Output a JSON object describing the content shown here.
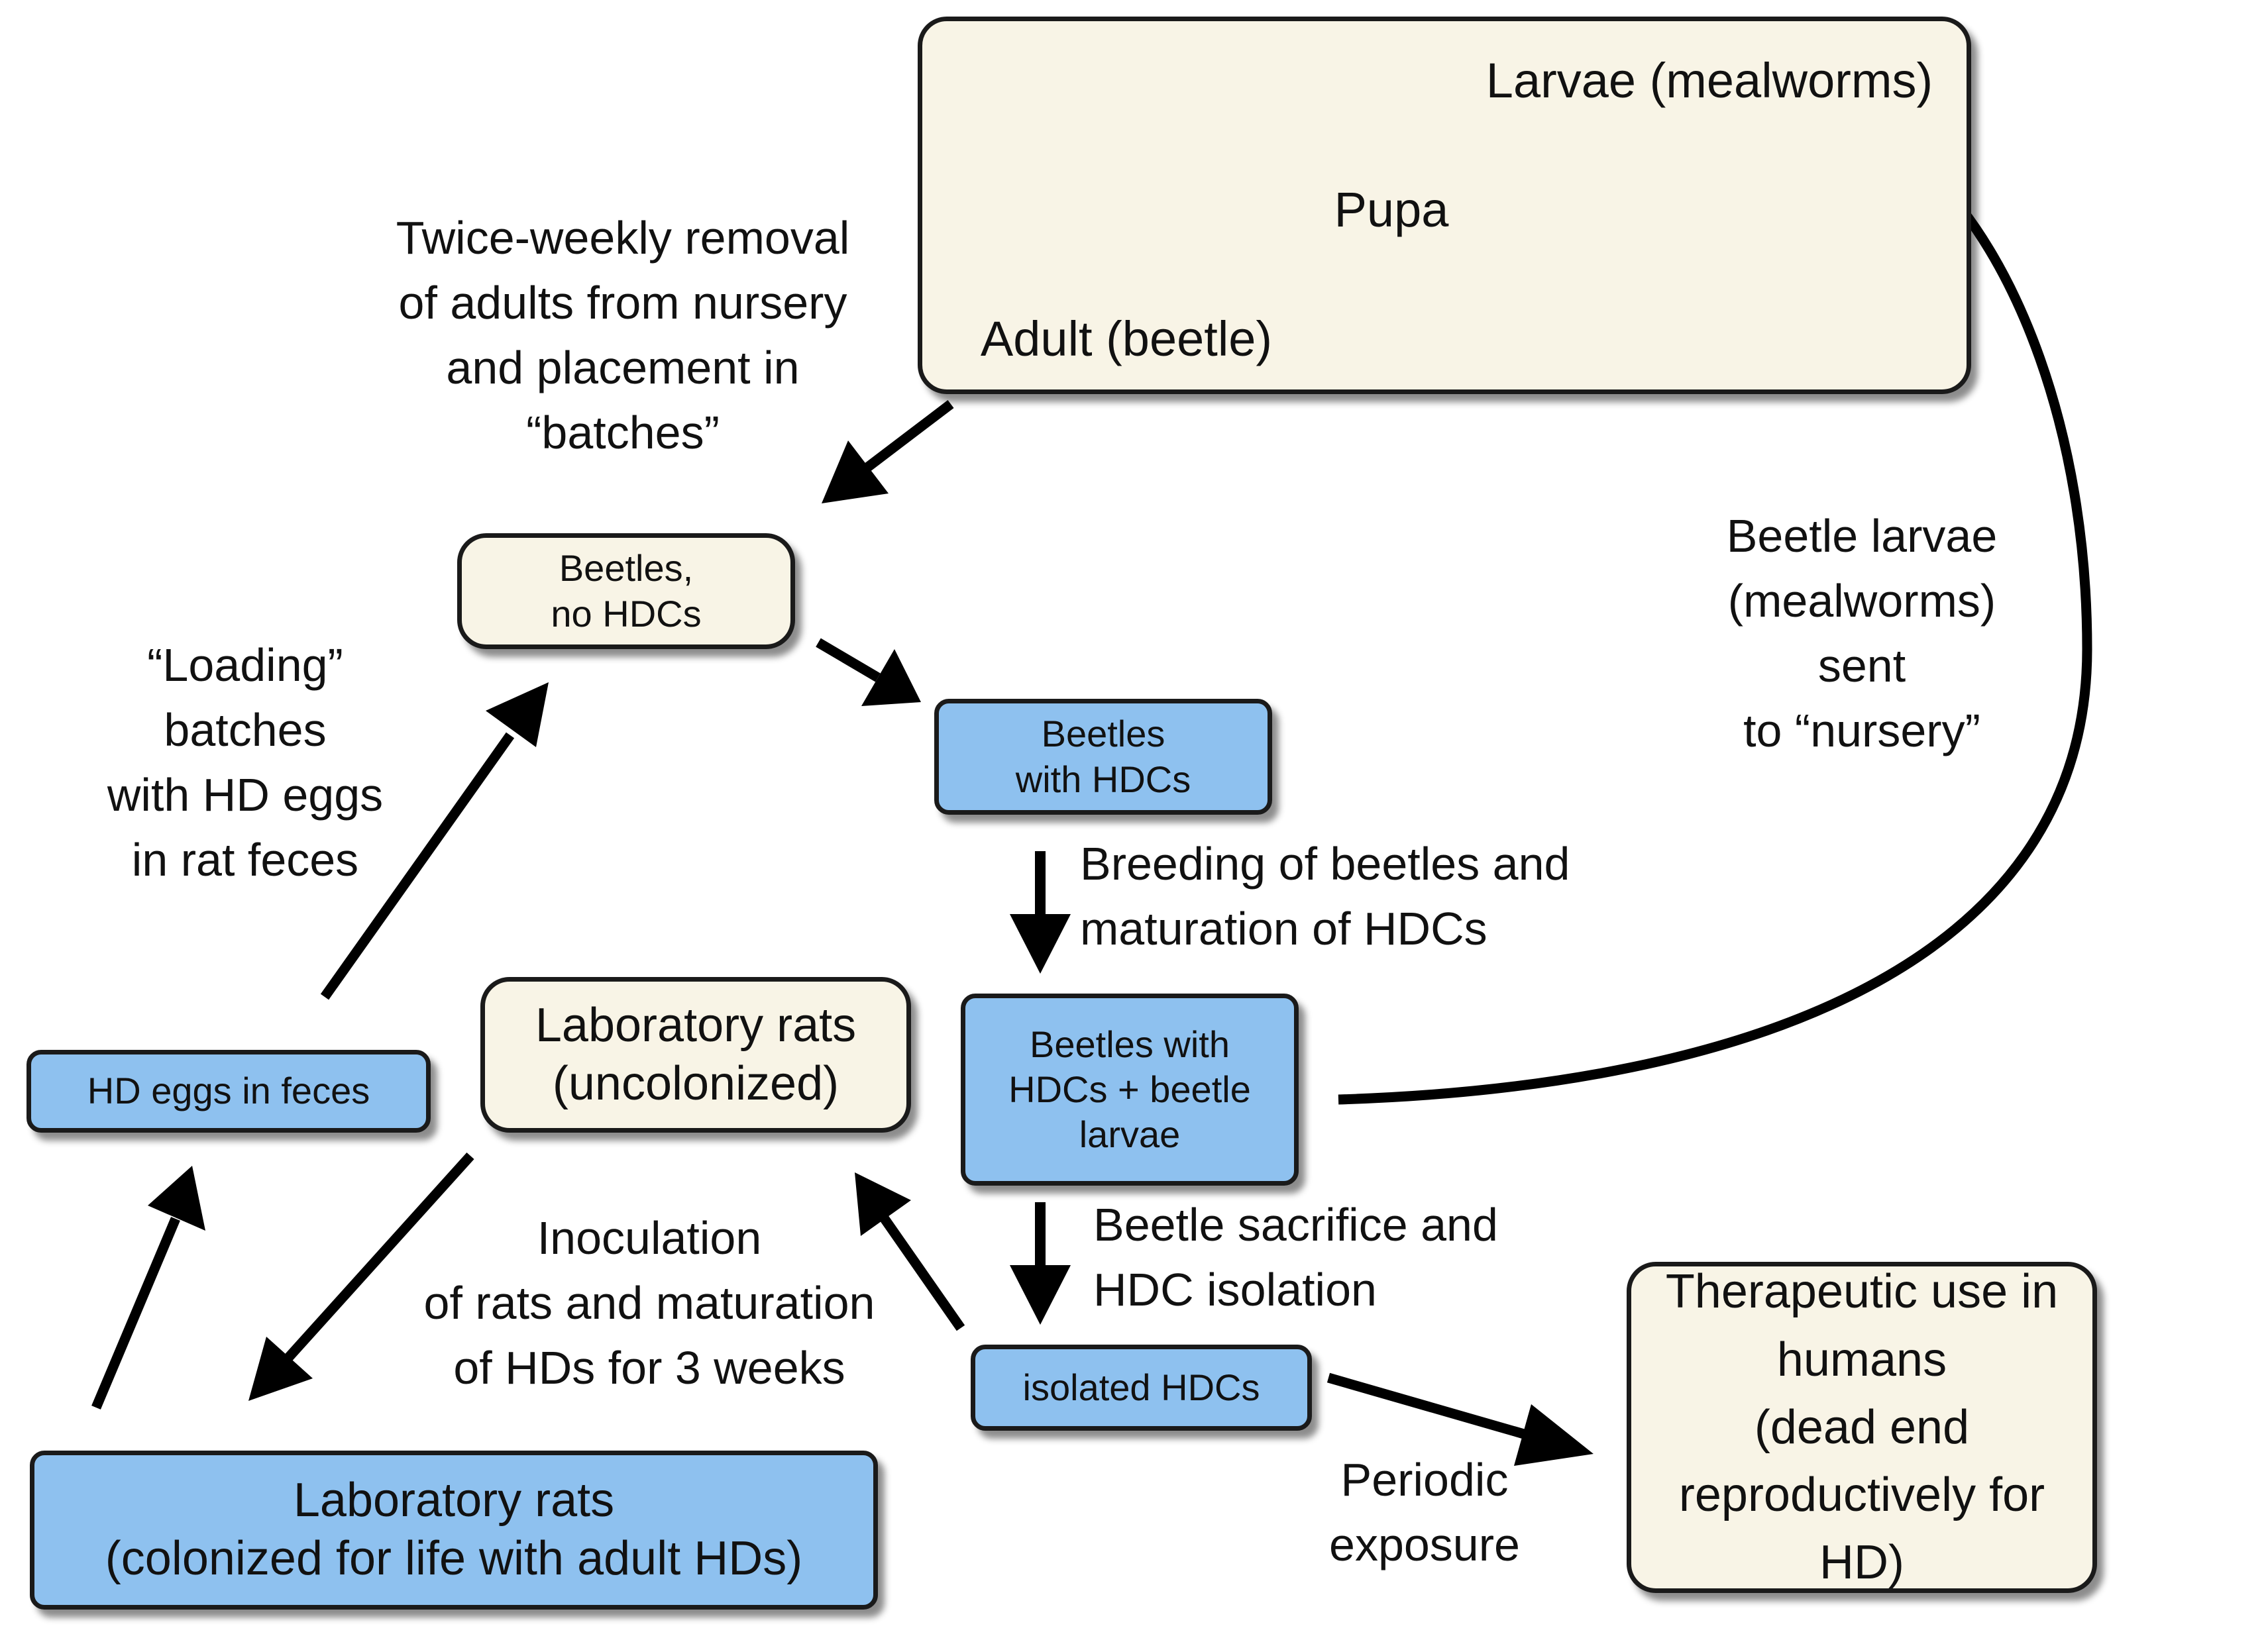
{
  "lifecycle": {
    "larvae": "Larvae (mealworms)",
    "pupa": "Pupa",
    "adult": "Adult (beetle)"
  },
  "boxes": {
    "beetles_no_hdc": [
      "Beetles,",
      "no HDCs"
    ],
    "beetles_with_hdc": [
      "Beetles",
      "with HDCs"
    ],
    "beetles_hdc_larvae": [
      "Beetles with",
      "HDCs + beetle",
      "larvae"
    ],
    "hd_eggs": [
      "HD eggs in feces"
    ],
    "rats_uncolonized": [
      "Laboratory rats",
      "(uncolonized)"
    ],
    "isolated_hdcs": [
      "isolated HDCs"
    ],
    "rats_colonized": [
      "Laboratory rats",
      "(colonized for life with adult HDs)"
    ],
    "therapeutic": [
      "Therapeutic use in",
      "humans",
      "(dead end",
      "reproductively for HD)"
    ]
  },
  "labels": {
    "removal": [
      "Twice-weekly removal",
      "of adults from nursery",
      "and placement in",
      "“batches”"
    ],
    "loading": [
      "“Loading”",
      "batches",
      "with HD eggs",
      "in rat feces"
    ],
    "larvae_sent": [
      "Beetle larvae",
      "(mealworms)",
      "sent",
      "to “nursery”"
    ],
    "breeding": [
      "Breeding of beetles and",
      "maturation of HDCs"
    ],
    "sacrifice": [
      "Beetle sacrifice and",
      "HDC isolation"
    ],
    "inoculation": [
      "Inoculation",
      "of rats and maturation",
      "of HDs for 3 weeks"
    ],
    "periodic": [
      "Periodic",
      "exposure"
    ]
  },
  "colors": {
    "box_blue": "#8ec1ef",
    "box_cream": "#f8f4e6",
    "arrow": "#000000"
  }
}
